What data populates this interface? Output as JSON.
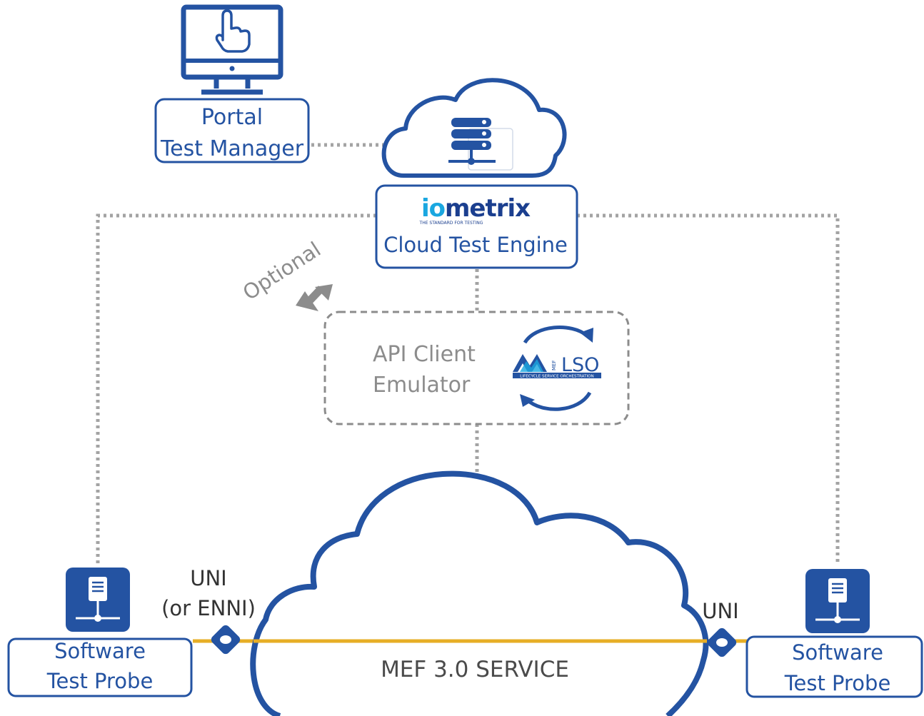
{
  "portal": {
    "line1": "Portal",
    "line2": "Test Manager",
    "icon": "monitor-pointer-icon"
  },
  "cloud_engine": {
    "brand_io": "io",
    "brand_metrix": "metrix",
    "tagline": "THE STANDARD FOR TESTING",
    "label": "Cloud Test Engine",
    "icon": "server-stack-icon"
  },
  "optional_label": "Optional",
  "api_client": {
    "line1": "API Client",
    "line2": "Emulator",
    "lso_mef": "MEF",
    "lso_text": "LSO",
    "lso_tagline": "LIFECYCLE SERVICE ORCHESTRATION"
  },
  "service": {
    "label": "MEF 3.0 SERVICE"
  },
  "left_probe": {
    "line1": "Software",
    "line2": "Test Probe",
    "icon": "server-probe-icon"
  },
  "right_probe": {
    "line1": "Software",
    "line2": "Test Probe",
    "icon": "server-probe-icon"
  },
  "left_interface": {
    "line1": "UNI",
    "line2": "(or ENNI)"
  },
  "right_interface": {
    "line1": "UNI"
  },
  "colors": {
    "brand_blue": "#2453a2",
    "dark_blue": "#1b3f8f",
    "cyan": "#1aa7e0",
    "gray_dotted": "#a3a3a3",
    "gray_text": "#8c8c8c",
    "gold_line": "#e7ae26"
  }
}
